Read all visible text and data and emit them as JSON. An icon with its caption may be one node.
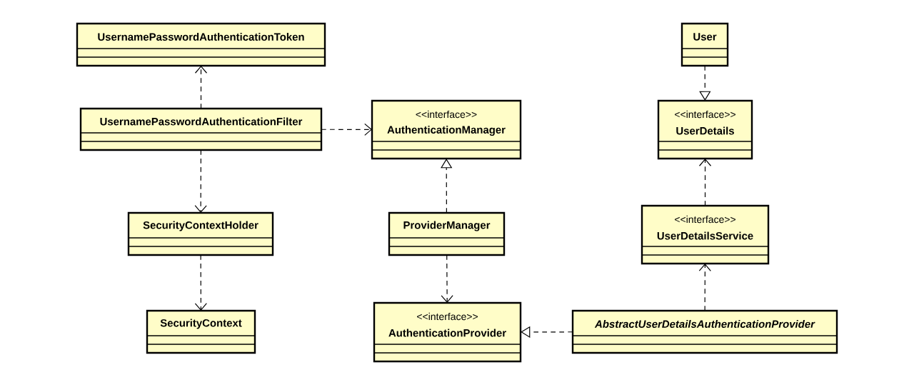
{
  "diagram": {
    "nodes": [
      {
        "text": [
          "UsernamePasswordAuthenticationToken"
        ]
      },
      {
        "text": [
          "UsernamePasswordAuthenticationFilter"
        ]
      },
      {
        "text": [
          "<<interface>>",
          "AuthenticationManager"
        ]
      },
      {
        "text": [
          "User"
        ]
      },
      {
        "text": [
          "<<interface>>",
          "UserDetails"
        ]
      },
      {
        "text": [
          "SecurityContextHolder"
        ]
      },
      {
        "text": [
          "ProviderManager"
        ]
      },
      {
        "text": [
          "<<interface>>",
          "UserDetailsService"
        ]
      },
      {
        "text": [
          "SecurityContext"
        ]
      },
      {
        "text": [
          "<<interface>>",
          "AuthenticationProvider"
        ]
      },
      {
        "text": [
          "AbstractUserDetailsAuthenticationProvider"
        ]
      }
    ],
    "edges": [
      {
        "from": 1,
        "to": 0,
        "arrow": "to",
        "style": "dashed"
      },
      {
        "from": 1,
        "to": 2,
        "arrow": "to",
        "style": "dashed"
      },
      {
        "from": 1,
        "to": 5,
        "arrow": "to",
        "style": "dashed"
      },
      {
        "from": 5,
        "to": 8,
        "arrow": "to",
        "style": "dashed"
      },
      {
        "from": 6,
        "to": 2,
        "arrow": "to",
        "style": "dashed"
      },
      {
        "from": 6,
        "to": 9,
        "arrow": "to",
        "style": "dashed"
      },
      {
        "from": 3,
        "to": 4,
        "arrow": "to",
        "style": "dashed"
      },
      {
        "from": 7,
        "to": 4,
        "arrow": "to",
        "style": "dashed"
      },
      {
        "from": 10,
        "to": 7,
        "arrow": "to",
        "style": "dashed"
      },
      {
        "from": 10,
        "to": 9,
        "arrow": "to",
        "style": "dashed"
      }
    ]
  }
}
